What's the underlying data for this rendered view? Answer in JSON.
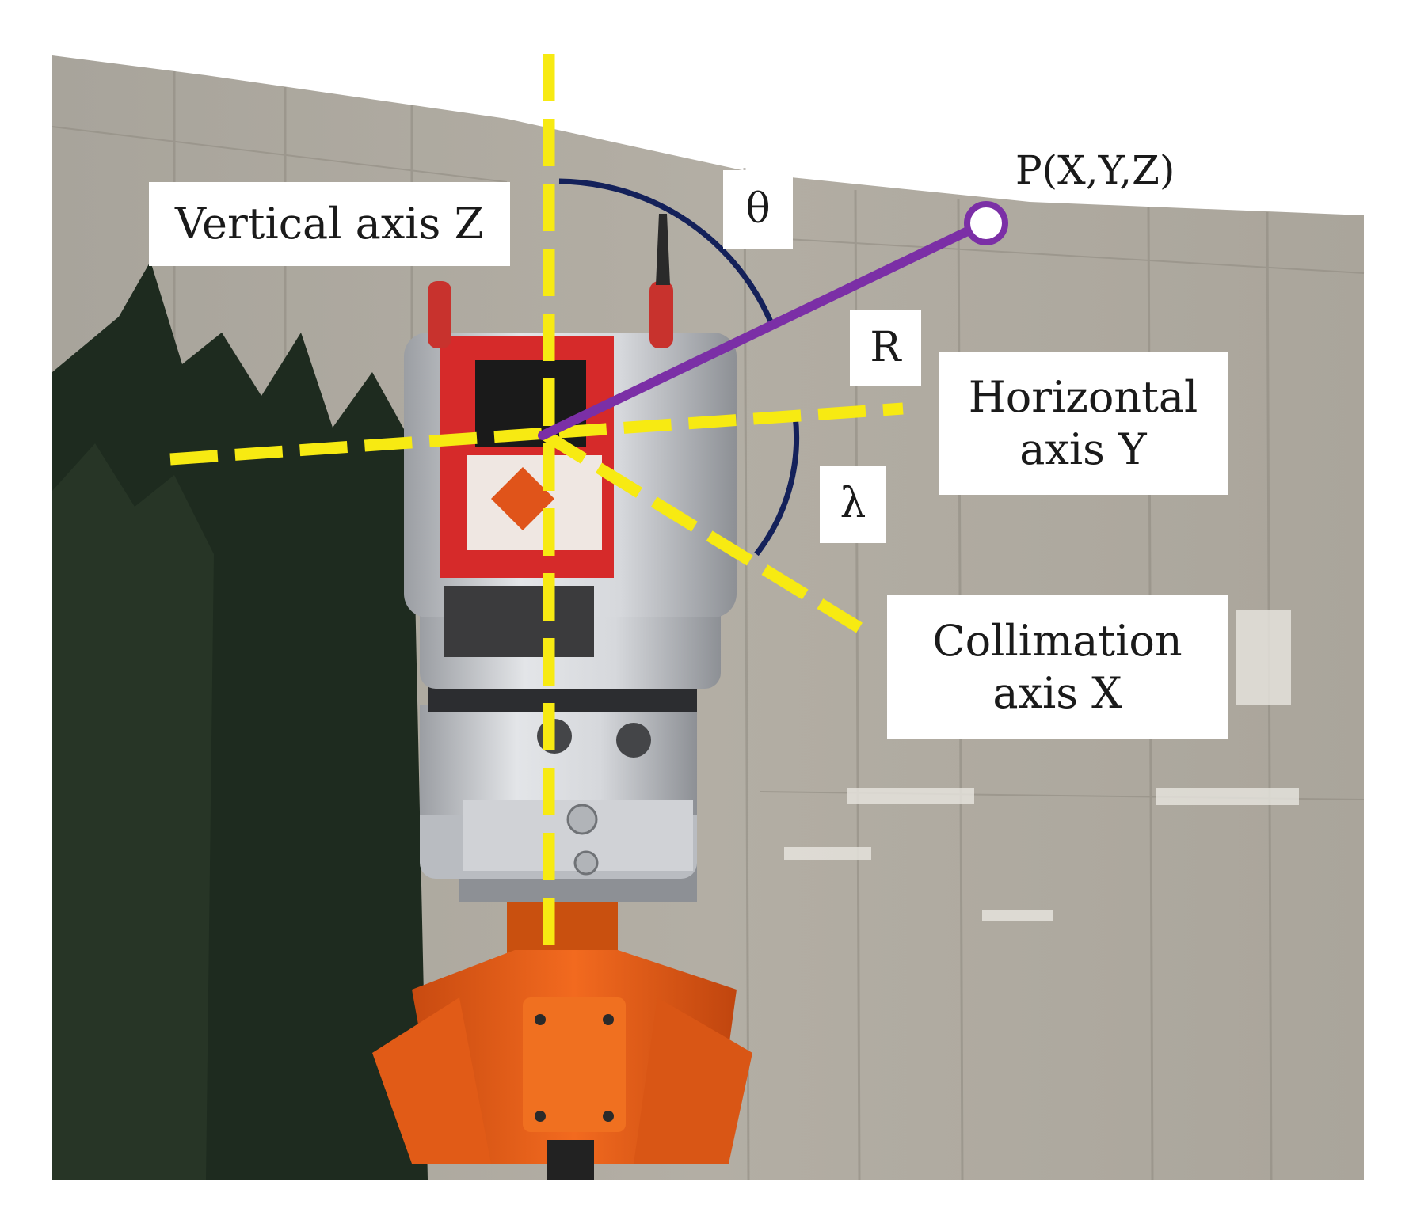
{
  "labels": {
    "vertical_axis": "Vertical axis Z",
    "horizontal_axis_line1": "Horizontal",
    "horizontal_axis_line2": "axis Y",
    "collimation_axis_line1": "Collimation",
    "collimation_axis_line2": "axis X",
    "theta": "θ",
    "radius": "R",
    "lambda": "λ",
    "point": "P(X,Y,Z)"
  },
  "colors": {
    "axis": "#f7ea12",
    "radius_vector": "#7b2fa6",
    "angle_arc": "#14215a",
    "point_fill": "#ffffff",
    "point_stroke": "#7b2fa6",
    "label_background": "#ffffff",
    "label_text": "#1a1a1a"
  }
}
